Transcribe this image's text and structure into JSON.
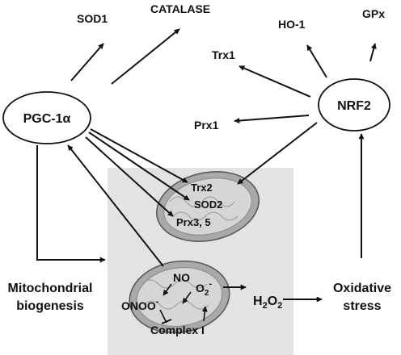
{
  "nodes": {
    "pgc": {
      "main": "PGC-1",
      "greek": "α"
    },
    "nrf2": "NRF2"
  },
  "targets": {
    "sod1": "SOD1",
    "catalase": "CATALASE",
    "ho1": "HO-1",
    "gpx": "GPx",
    "trx1": "Trx1",
    "prx1": "Prx1"
  },
  "mito_top": {
    "trx2": "Trx2",
    "sod2": "SOD2",
    "prx35": "Prx3, 5"
  },
  "mito_bottom": {
    "no": "NO",
    "o2": {
      "base": "O",
      "sub": "2",
      "sup": "-"
    },
    "onoo": {
      "base": "ONOO",
      "sup": "-"
    },
    "complex1": "Complex I"
  },
  "labels": {
    "biogenesis_line1": "Mitochondrial",
    "biogenesis_line2": "biogenesis",
    "h2o2": {
      "h": "H",
      "sub1": "2",
      "o": "O",
      "sub2": "2"
    },
    "oxidative_line1": "Oxidative",
    "oxidative_line2": "stress"
  },
  "colors": {
    "panel": "#e3e3e3",
    "mito_fill": "#a9a9a9",
    "mito_inner": "#d6d6d6",
    "ink": "#111111"
  }
}
